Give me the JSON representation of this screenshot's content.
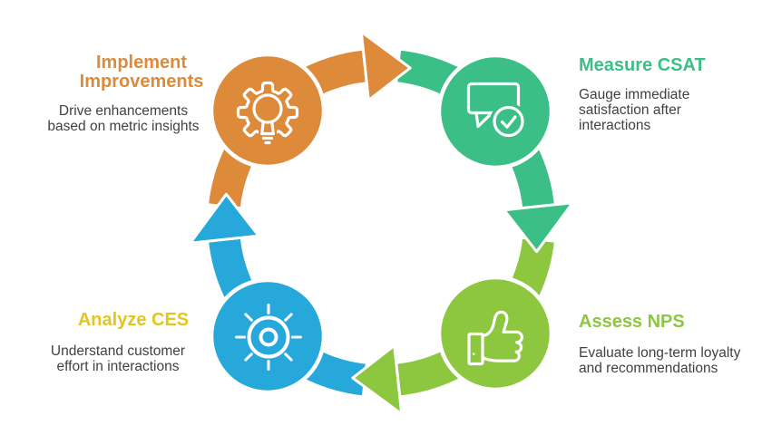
{
  "diagram": {
    "type": "cycle",
    "background": "#ffffff",
    "text_color": "#414042",
    "steps": [
      {
        "name": "implement-improvements",
        "label": "Implement Improvements",
        "description": "Drive enhancements based on metric insights",
        "color": "#DD8A3B",
        "label_color": "#DD8A3B",
        "icon": "gear-lightbulb-icon"
      },
      {
        "name": "measure-csat",
        "label": "Measure CSAT",
        "description": "Gauge immediate satisfaction after interactions",
        "color": "#3CBF86",
        "label_color": "#3CBF86",
        "icon": "chat-check-icon"
      },
      {
        "name": "assess-nps",
        "label": "Assess NPS",
        "description": "Evaluate long-term loyalty and recommendations",
        "color": "#8DC63F",
        "label_color": "#8DC63F",
        "icon": "thumbs-up-icon"
      },
      {
        "name": "analyze-ces",
        "label": "Analyze CES",
        "description": "Understand customer effort in interactions",
        "color": "#27A8DB",
        "label_color": "#E2C61F",
        "icon": "sun-dial-icon"
      }
    ]
  }
}
